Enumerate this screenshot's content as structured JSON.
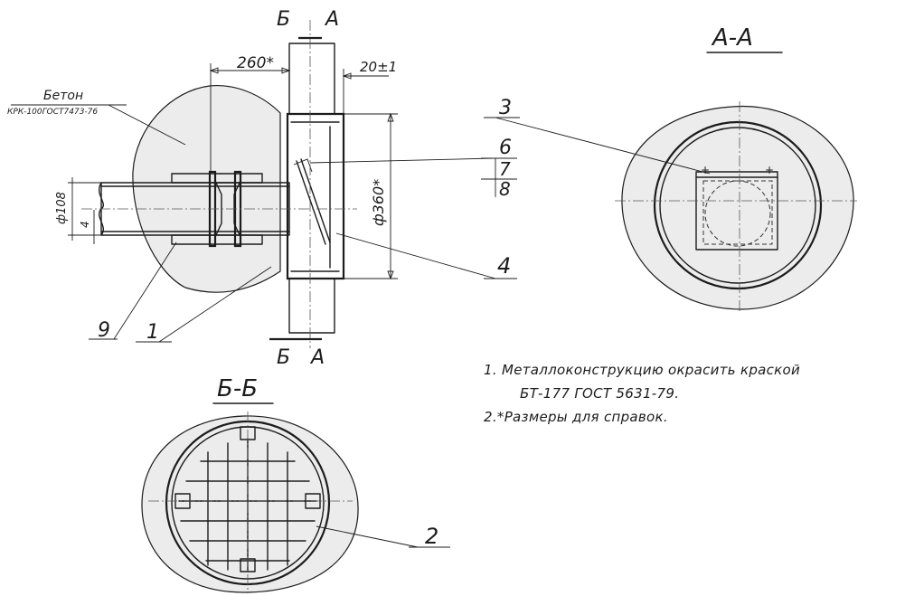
{
  "colors": {
    "ink": "#1c1c1c",
    "concrete_fill": "#ececec",
    "hatch": "#333333",
    "paper": "#ffffff"
  },
  "labels": {
    "beton": "Бетон",
    "beton_spec": "КРК-100ГОСТ7473-76",
    "sect_top_left": "Б",
    "sect_top_right": "А",
    "sect_bottom_left": "Б",
    "sect_bottom_right": "А",
    "dim_260": "260*",
    "dim_20": "20±1",
    "dim_360": "ф360*",
    "dim_108": "ф108",
    "dim_4": "4",
    "section_aa": "А-А",
    "section_bb": "Б-Б",
    "pos_1": "1",
    "pos_2": "2",
    "pos_3": "3",
    "pos_4": "4",
    "pos_6": "6",
    "pos_7": "7",
    "pos_8": "8",
    "pos_9": "9"
  },
  "notes": {
    "note1_line1": "1. Металлоконструкцию окрасить краской",
    "note1_line2": "БТ-177 ГОСТ 5631-79.",
    "note2": "2.*Размеры для справок."
  }
}
